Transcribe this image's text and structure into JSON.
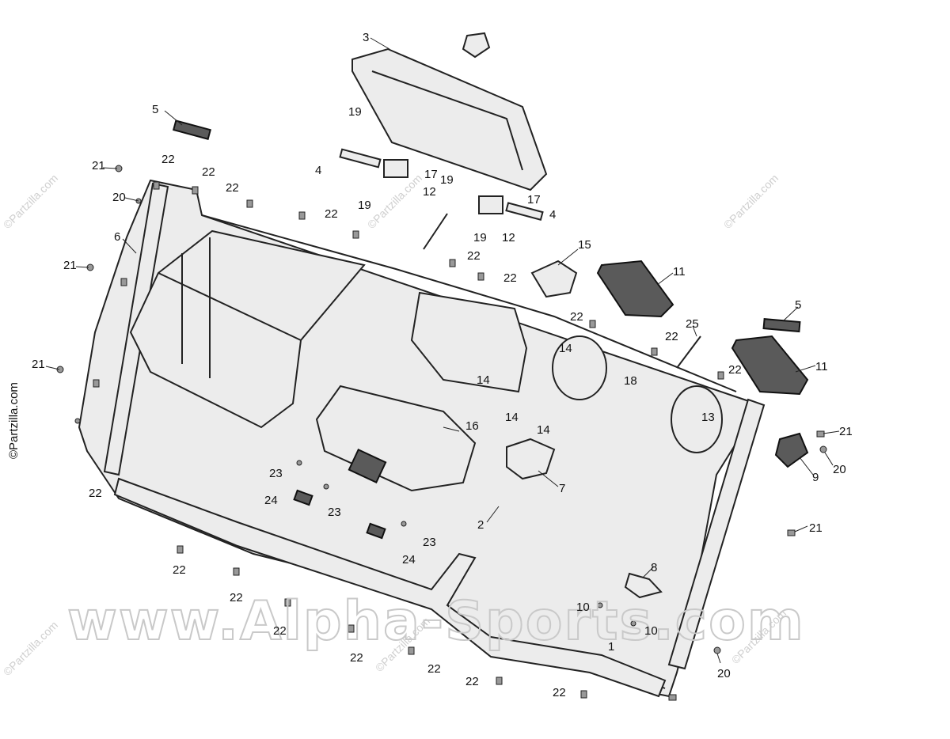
{
  "diagram": {
    "watermark_main": "www.Alpha-Sports.com",
    "watermark_small": "©Partzilla.com",
    "copyright_side": "©Partzilla.com"
  },
  "callouts": {
    "n1": "1",
    "n2": "2",
    "n3": "3",
    "n4a": "4",
    "n4b": "4",
    "n5a": "5",
    "n5b": "5",
    "n6": "6",
    "n7": "7",
    "n8": "8",
    "n9": "9",
    "n10a": "10",
    "n10b": "10",
    "n11a": "11",
    "n11b": "11",
    "n12a": "12",
    "n12b": "12",
    "n13": "13",
    "n14a": "14",
    "n14b": "14",
    "n14c": "14",
    "n14d": "14",
    "n15": "15",
    "n16": "16",
    "n17a": "17",
    "n17b": "17",
    "n18": "18",
    "n19a": "19",
    "n19b": "19",
    "n19c": "19",
    "n19d": "19",
    "n20a": "20",
    "n20b": "20",
    "n20c": "20",
    "n21a": "21",
    "n21b": "21",
    "n21c": "21",
    "n21d": "21",
    "n21e": "21",
    "n22a": "22",
    "n22b": "22",
    "n22c": "22",
    "n22d": "22",
    "n22e": "22",
    "n22f": "22",
    "n22g": "22",
    "n22h": "22",
    "n22i": "22",
    "n22j": "22",
    "n22k": "22",
    "n22l": "22",
    "n22m": "22",
    "n22n": "22",
    "n22o": "22",
    "n22p": "22",
    "n22q": "22",
    "n23a": "23",
    "n23b": "23",
    "n23c": "23",
    "n24a": "24",
    "n24b": "24",
    "n25": "25"
  }
}
